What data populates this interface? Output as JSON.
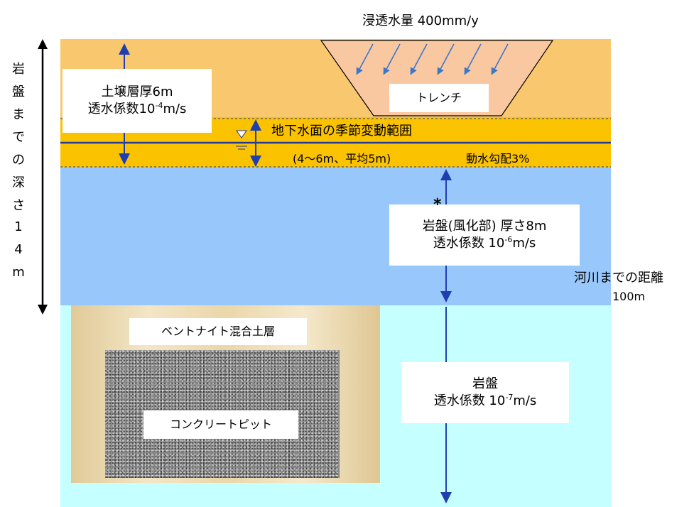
{
  "infiltration": "浸透水量  400mm/y",
  "trench": "トレンチ",
  "soil": {
    "line1": "土壌層厚6m",
    "line2_pre": "透水係数10",
    "line2_exp": "-4",
    "line2_post": "m/s"
  },
  "groundwater": {
    "title": "地下水面の季節変動範囲",
    "range": "(4〜6m、平均5m)",
    "gradient": "動水勾配3%"
  },
  "weathered": {
    "star": "*",
    "line1": "岩盤(風化部)  厚さ8m",
    "line2_pre": "透水係数  10",
    "line2_exp": "-6",
    "line2_post": "m/s"
  },
  "bedrock": {
    "line1": "岩盤",
    "line2_pre": "透水係数  10",
    "line2_exp": "-7",
    "line2_post": "m/s"
  },
  "river": {
    "line1": "河川までの距離",
    "line2": "100m"
  },
  "depth_label": [
    "岩",
    "盤",
    "ま",
    "で",
    "の",
    "深",
    "さ",
    "1",
    "4",
    "m"
  ],
  "bentonite": "ベントナイト混合土層",
  "concrete_pit": "コンクリートピット",
  "colors": {
    "soil": "#f9c86e",
    "groundwater": "#fbc200",
    "weathered": "#98c8fb",
    "bedrock": "#c6ffff",
    "arrow": "#1f3fb0",
    "trench": "#f9c7a0"
  }
}
